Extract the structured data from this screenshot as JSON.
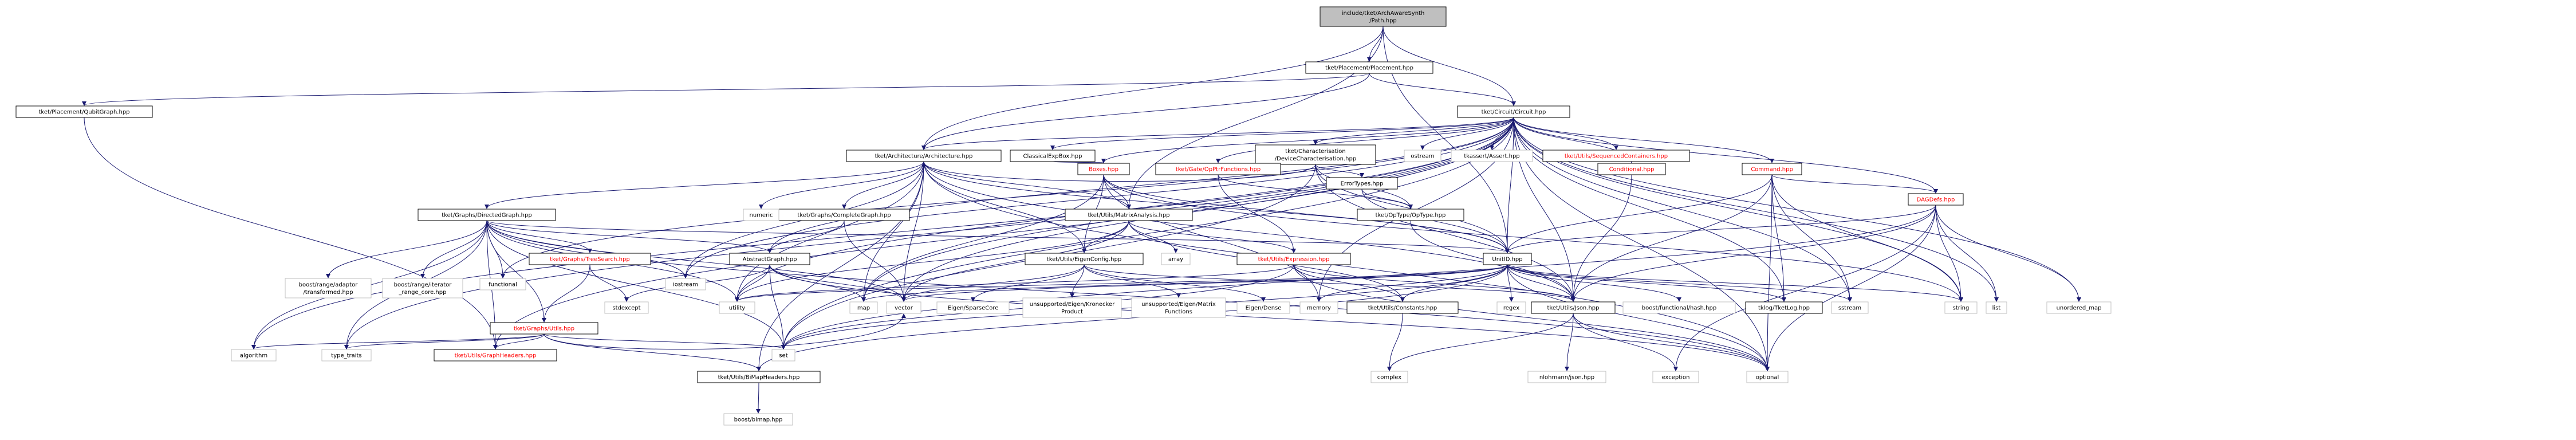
{
  "colors": {
    "edge": "#191970",
    "node_border": "#000000",
    "link_border": "#bfbfbf",
    "root_fill": "#bfbfbf",
    "node_fill": "#ffffff",
    "text": "#000000",
    "red_text": "#ff0000"
  },
  "nodes": [
    {
      "id": "root",
      "label": "include/tket/ArchAwareSynth\n/Path.hpp",
      "style": "root"
    },
    {
      "id": "placement",
      "label": "tket/Placement/Placement.hpp",
      "style": "normal"
    },
    {
      "id": "qubitgraph",
      "label": "tket/Placement/QubitGraph.hpp",
      "style": "normal"
    },
    {
      "id": "circuit",
      "label": "tket/Circuit/Circuit.hpp",
      "style": "normal"
    },
    {
      "id": "architecture",
      "label": "tket/Architecture/Architecture.hpp",
      "style": "normal"
    },
    {
      "id": "devchar",
      "label": "tket/Characterisation\n/DeviceCharacterisation.hpp",
      "style": "normal"
    },
    {
      "id": "classicalexpbox",
      "label": "ClassicalExpBox.hpp",
      "style": "normal"
    },
    {
      "id": "boxes",
      "label": "Boxes.hpp",
      "style": "red"
    },
    {
      "id": "ostream",
      "label": "ostream",
      "style": "light"
    },
    {
      "id": "tkassert",
      "label": "tkassert/Assert.hpp",
      "style": "light"
    },
    {
      "id": "opptrfunctions",
      "label": "tket/Gate/OpPtrFunctions.hpp",
      "style": "red"
    },
    {
      "id": "errortypes",
      "label": "ErrorTypes.hpp",
      "style": "normal"
    },
    {
      "id": "conditional",
      "label": "Conditional.hpp",
      "style": "red"
    },
    {
      "id": "sequencedcontainers",
      "label": "tket/Utils/SequencedContainers.hpp",
      "style": "red"
    },
    {
      "id": "command",
      "label": "Command.hpp",
      "style": "red"
    },
    {
      "id": "dagdefs",
      "label": "DAGDefs.hpp",
      "style": "red"
    },
    {
      "id": "optype",
      "label": "tket/OpType/OpType.hpp",
      "style": "normal"
    },
    {
      "id": "unitid",
      "label": "UnitID.hpp",
      "style": "normal"
    },
    {
      "id": "matrixanalysis",
      "label": "tket/Utils/MatrixAnalysis.hpp",
      "style": "normal"
    },
    {
      "id": "completegraph",
      "label": "tket/Graphs/CompleteGraph.hpp",
      "style": "normal"
    },
    {
      "id": "directedgraph",
      "label": "tket/Graphs/DirectedGraph.hpp",
      "style": "normal"
    },
    {
      "id": "numeric",
      "label": "numeric",
      "style": "light"
    },
    {
      "id": "abstractgraph",
      "label": "AbstractGraph.hpp",
      "style": "normal"
    },
    {
      "id": "eigenconfig",
      "label": "tket/Utils/EigenConfig.hpp",
      "style": "normal"
    },
    {
      "id": "array",
      "label": "array",
      "style": "light"
    },
    {
      "id": "expression",
      "label": "tket/Utils/Expression.hpp",
      "style": "red"
    },
    {
      "id": "treesearch",
      "label": "tket/Graphs/TreeSearch.hpp",
      "style": "red"
    },
    {
      "id": "adaptortransformed",
      "label": "boost/range/adaptor\n/transformed.hpp",
      "style": "light"
    },
    {
      "id": "iteratorrangecore",
      "label": "boost/range/iterator\n_range_core.hpp",
      "style": "light"
    },
    {
      "id": "functional",
      "label": "functional",
      "style": "light"
    },
    {
      "id": "iostream",
      "label": "iostream",
      "style": "light"
    },
    {
      "id": "graphutils",
      "label": "tket/Graphs/Utils.hpp",
      "style": "red"
    },
    {
      "id": "stdexcept",
      "label": "stdexcept",
      "style": "light"
    },
    {
      "id": "utility",
      "label": "utility",
      "style": "light"
    },
    {
      "id": "vector",
      "label": "vector",
      "style": "light"
    },
    {
      "id": "map",
      "label": "map",
      "style": "light"
    },
    {
      "id": "eigensparse",
      "label": "Eigen/SparseCore",
      "style": "light"
    },
    {
      "id": "kronecker",
      "label": "unsupported/Eigen/Kronecker\nProduct",
      "style": "light"
    },
    {
      "id": "matrixfunctions",
      "label": "unsupported/Eigen/Matrix\nFunctions",
      "style": "light"
    },
    {
      "id": "eigendense",
      "label": "Eigen/Dense",
      "style": "light"
    },
    {
      "id": "memory",
      "label": "memory",
      "style": "light"
    },
    {
      "id": "constants",
      "label": "tket/Utils/Constants.hpp",
      "style": "normal"
    },
    {
      "id": "regex",
      "label": "regex",
      "style": "light"
    },
    {
      "id": "json",
      "label": "tket/Utils/Json.hpp",
      "style": "normal"
    },
    {
      "id": "flathash",
      "label": "boost/functional/hash.hpp",
      "style": "light"
    },
    {
      "id": "tklog",
      "label": "tklog/TketLog.hpp",
      "style": "normal"
    },
    {
      "id": "sstream",
      "label": "sstream",
      "style": "light"
    },
    {
      "id": "string",
      "label": "string",
      "style": "light"
    },
    {
      "id": "list",
      "label": "list",
      "style": "light"
    },
    {
      "id": "unordered_map",
      "label": "unordered_map",
      "style": "light"
    },
    {
      "id": "algorithm",
      "label": "algorithm",
      "style": "light"
    },
    {
      "id": "type_traits",
      "label": "type_traits",
      "style": "light"
    },
    {
      "id": "graphheaders",
      "label": "tket/Utils/GraphHeaders.hpp",
      "style": "red"
    },
    {
      "id": "set",
      "label": "set",
      "style": "light"
    },
    {
      "id": "bimapheaders",
      "label": "tket/Utils/BiMapHeaders.hpp",
      "style": "normal"
    },
    {
      "id": "bimap",
      "label": "boost/bimap.hpp",
      "style": "light"
    },
    {
      "id": "complex",
      "label": "complex",
      "style": "light"
    },
    {
      "id": "nlohmann",
      "label": "nlohmann/json.hpp",
      "style": "light"
    },
    {
      "id": "exception",
      "label": "exception",
      "style": "light"
    },
    {
      "id": "optional",
      "label": "optional",
      "style": "light"
    }
  ]
}
